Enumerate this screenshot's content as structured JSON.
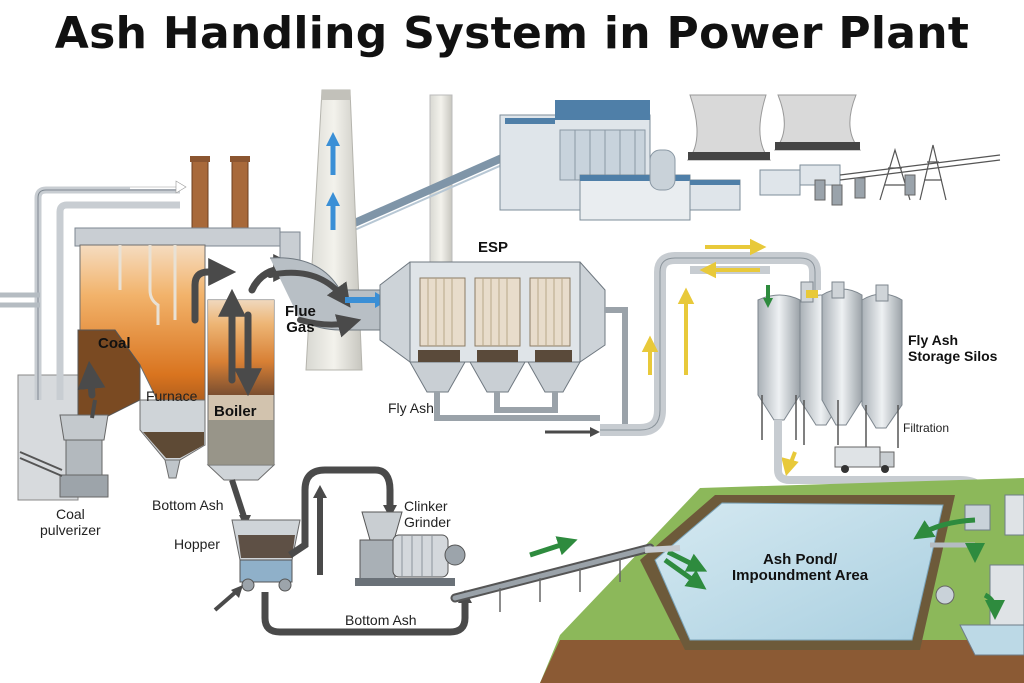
{
  "title": "Ash Handling System in Power Plant",
  "labels": {
    "esp": "ESP",
    "flue_gas": "Flue\nGas",
    "coal": "Coal",
    "furnace": "Furnace",
    "boiler": "Boiler",
    "fly_ash": "Fly Ash",
    "fly_ash_silos": "Fly Ash\nStorage Silos",
    "filtration": "Filtration",
    "coal_pulverizer": "Coal\npulverizer",
    "bottom_ash_upper": "Bottom Ash",
    "hopper": "Hopper",
    "clinker_grinder": "Clinker\nGrinder",
    "bottom_ash_lower": "Bottom Ash",
    "ash_pond": "Ash Pond/\nImpoundment Area"
  },
  "colors": {
    "flow_dark": "#4a4a4a",
    "flow_blue": "#3a8fd6",
    "flow_yellow": "#e8c93a",
    "flow_green": "#2e8b3e",
    "pond_water": "#bcd9e6",
    "grass": "#8cb85a"
  }
}
